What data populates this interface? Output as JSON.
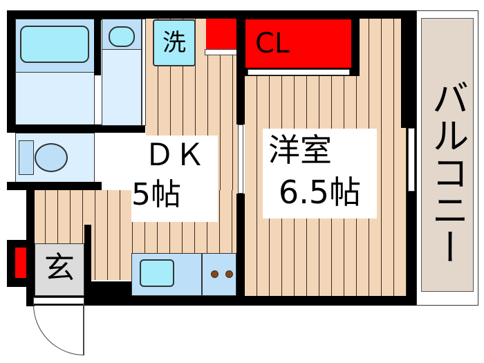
{
  "floor_plan": {
    "rooms": {
      "dk": {
        "name": "ＤＫ",
        "size": "5帖"
      },
      "western_room": {
        "name": "洋室",
        "size": "6.5帖"
      },
      "closet": {
        "label": "CL"
      },
      "laundry": {
        "label": "洗"
      },
      "entrance": {
        "label": "玄"
      },
      "balcony": {
        "label": "バルコニー"
      }
    },
    "colors": {
      "flooring": "#f3d5b8",
      "wall": "#000000",
      "storage": "#ff0000",
      "wet_area": "#dcefff",
      "fixture": "#a6ecfb",
      "balcony": "#e3d7cc",
      "entrance": "#dcdcdc"
    }
  }
}
